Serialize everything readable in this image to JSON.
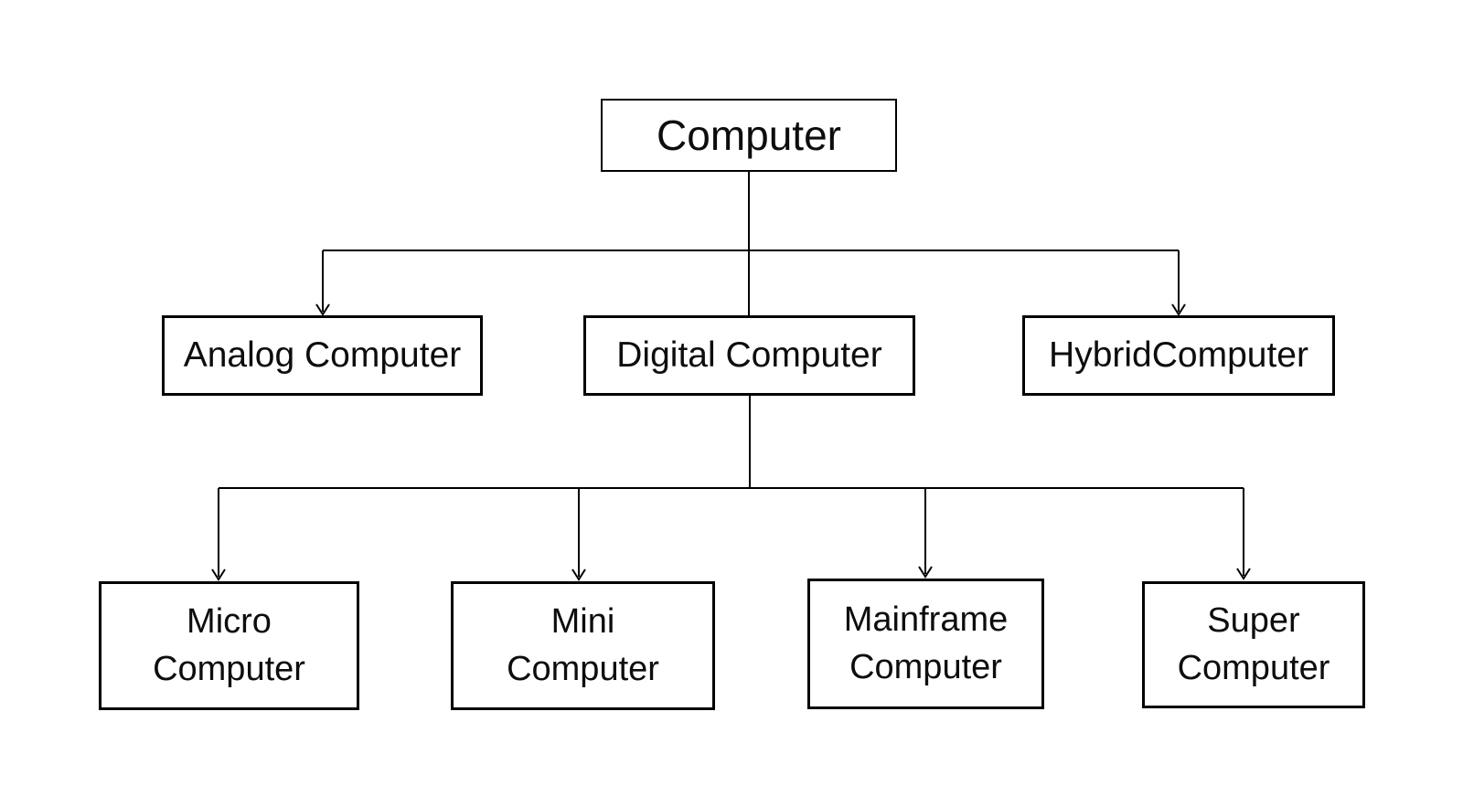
{
  "canvas": {
    "background_color": "#ffffff",
    "line_color": "#000000",
    "text_color": "#0d0d0d"
  },
  "diagram": {
    "root": {
      "lines": [
        "Computer"
      ]
    },
    "level2": [
      {
        "lines": [
          "Analog Computer"
        ]
      },
      {
        "lines": [
          "Digital Computer"
        ]
      },
      {
        "lines": [
          "HybridComputer"
        ]
      }
    ],
    "level3": [
      {
        "lines": [
          "Micro",
          "Computer"
        ]
      },
      {
        "lines": [
          "Mini",
          "Computer"
        ]
      },
      {
        "lines": [
          "Mainframe",
          "Computer"
        ]
      },
      {
        "lines": [
          "Super",
          "Computer"
        ]
      }
    ]
  }
}
